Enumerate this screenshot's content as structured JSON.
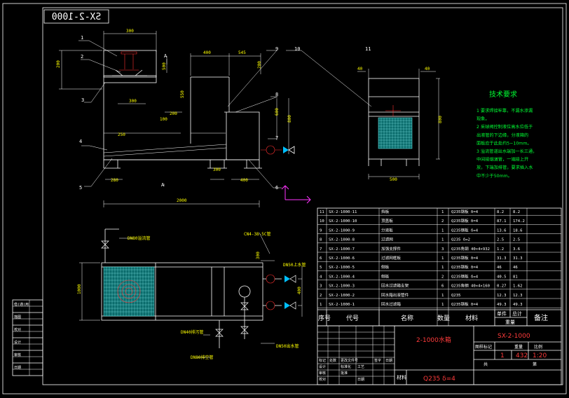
{
  "drawing": {
    "code_mirrored": "SX-2-1000",
    "leaders": [
      "1",
      "2",
      "3",
      "4",
      "5",
      "6",
      "7",
      "8",
      "9",
      "10",
      "11"
    ],
    "dims": {
      "d1": "300",
      "d2": "200",
      "d3": "400",
      "d4": "545",
      "d5": "500",
      "d6": "200",
      "d7": "550",
      "d8": "300",
      "d9": "100",
      "d10": "250",
      "d11": "200",
      "d12": "300",
      "d13": "280",
      "d14": "400",
      "d15": "2000",
      "d16": "600",
      "d17": "800",
      "s1": "40",
      "s2": "40",
      "s3": "800",
      "s4": "500",
      "p1": "1000",
      "p2": "400"
    },
    "section_marks": [
      "A",
      "A"
    ],
    "plan_labels": {
      "a1": "DN80溢流管",
      "a2": "CN4-38-5C管",
      "a3": "DN50上水管",
      "a4": "DN40排污管",
      "a5": "DN80排空管",
      "a6": "DN50出水管"
    },
    "left_table": [
      "借(通)用",
      "描图",
      "校对",
      "设计",
      "审核",
      "日期"
    ],
    "tech_title": "技术要求",
    "tech_lines": [
      "1 要求焊接牢靠，不漏水渗漏",
      "现象。",
      "2 采球阀控制液位高水位低于",
      "出液管的下边缘，分液箱的",
      "面板应于此处约5~10mm。",
      "3 溢流管道出水端加一长三通，",
      "中间接烟道管，一端接上开",
      "放，下端加排管，要求插入水",
      "中不少于50mm。"
    ]
  },
  "bom": {
    "header": {
      "seq": "序号",
      "code": "代号",
      "name": "名称",
      "qty": "数量",
      "mat": "材料",
      "unit": "单件",
      "total": "总计",
      "wt": "重量",
      "note": "备注"
    },
    "rows": [
      {
        "seq": "11",
        "code": "SX-2-1000-11",
        "name": "挡板",
        "qty": "1",
        "mat": "Q235钢板 δ=4",
        "w1": "8.2",
        "w2": "8.2"
      },
      {
        "seq": "10",
        "code": "SX-2-1000-10",
        "name": "顶盖板",
        "qty": "2",
        "mat": "Q235钢板 δ=4",
        "w1": "87.1",
        "w2": "174.2"
      },
      {
        "seq": "9",
        "code": "SX-2-1000-9",
        "name": "分液板",
        "qty": "1",
        "mat": "Q235钢板 δ=4",
        "w1": "13.6",
        "w2": "18.6"
      },
      {
        "seq": "8",
        "code": "SX-2-1000-8",
        "name": "过滤网",
        "qty": "1",
        "mat": "Q235 δ=2",
        "w1": "2.5",
        "w2": "2.5"
      },
      {
        "seq": "7",
        "code": "SX-2-1000-7",
        "name": "加强支撑件",
        "qty": "3",
        "mat": "Q235角钢 40×4×932",
        "w1": "1.2",
        "w2": "3.6"
      },
      {
        "seq": "6",
        "code": "SX-2-1000-6",
        "name": "过滤网框板",
        "qty": "1",
        "mat": "Q235钢板 δ=4",
        "w1": "31.3",
        "w2": "31.3"
      },
      {
        "seq": "5",
        "code": "SX-2-1000-5",
        "name": "侧板",
        "qty": "1",
        "mat": "Q235钢板 δ=4",
        "w1": "46",
        "w2": "46"
      },
      {
        "seq": "4",
        "code": "SX-2-1000-4",
        "name": "侧板",
        "qty": "2",
        "mat": "Q235钢板 δ=4",
        "w1": "40.5",
        "w2": "81"
      },
      {
        "seq": "3",
        "code": "SX-2-1000-3",
        "name": "回水过滤箱支架",
        "qty": "6",
        "mat": "Q235角钢 40×4×160",
        "w1": "0.27",
        "w2": "1.62"
      },
      {
        "seq": "2",
        "code": "SX-2-1000-2",
        "name": "回水箱出液管件",
        "qty": "1",
        "mat": "Q235",
        "w1": "12.3",
        "w2": "12.3"
      },
      {
        "seq": "1",
        "code": "SX-2-1000-1",
        "name": "回水过滤箱",
        "qty": "1",
        "mat": "Q235钢板 δ=4",
        "w1": "49.3",
        "w2": "49.3"
      }
    ]
  },
  "title_block": {
    "title": "2-1000水箱",
    "code": "SX-2-1000",
    "material": "Q235  δ=4",
    "mat_label": "材料",
    "stage": "图样标记",
    "weight_label": "重量",
    "scale_label": "比例",
    "count": "1",
    "weight": "432",
    "scale": "1:20",
    "sheet_total": "共",
    "sheet_no": "第",
    "rev_labels": [
      "标记",
      "处数",
      "更改文件号",
      "签字",
      "日期"
    ],
    "sign_labels": [
      "设计",
      "审核",
      "工艺",
      "校对",
      "标准化",
      "批准",
      "日期"
    ]
  }
}
